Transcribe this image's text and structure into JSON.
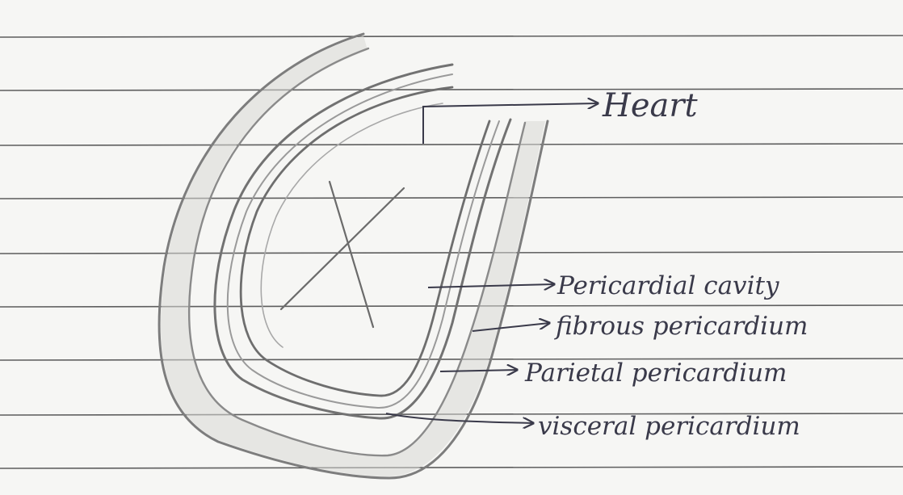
{
  "diagram": {
    "labels": {
      "heart": "Heart",
      "pericardial_cavity": "Pericardial cavity",
      "fibrous_pericardium": "fibrous pericardium",
      "parietal_pericardium": "Parietal pericardium",
      "visceral_pericardium": "visceral pericardium"
    }
  },
  "colors": {
    "paper": "#f7f7f5",
    "rule_line": "#3f3f3f",
    "pencil": "#8a8a8a",
    "pencil_dark": "#6b6b6b",
    "ink": "#3a3a4a"
  }
}
